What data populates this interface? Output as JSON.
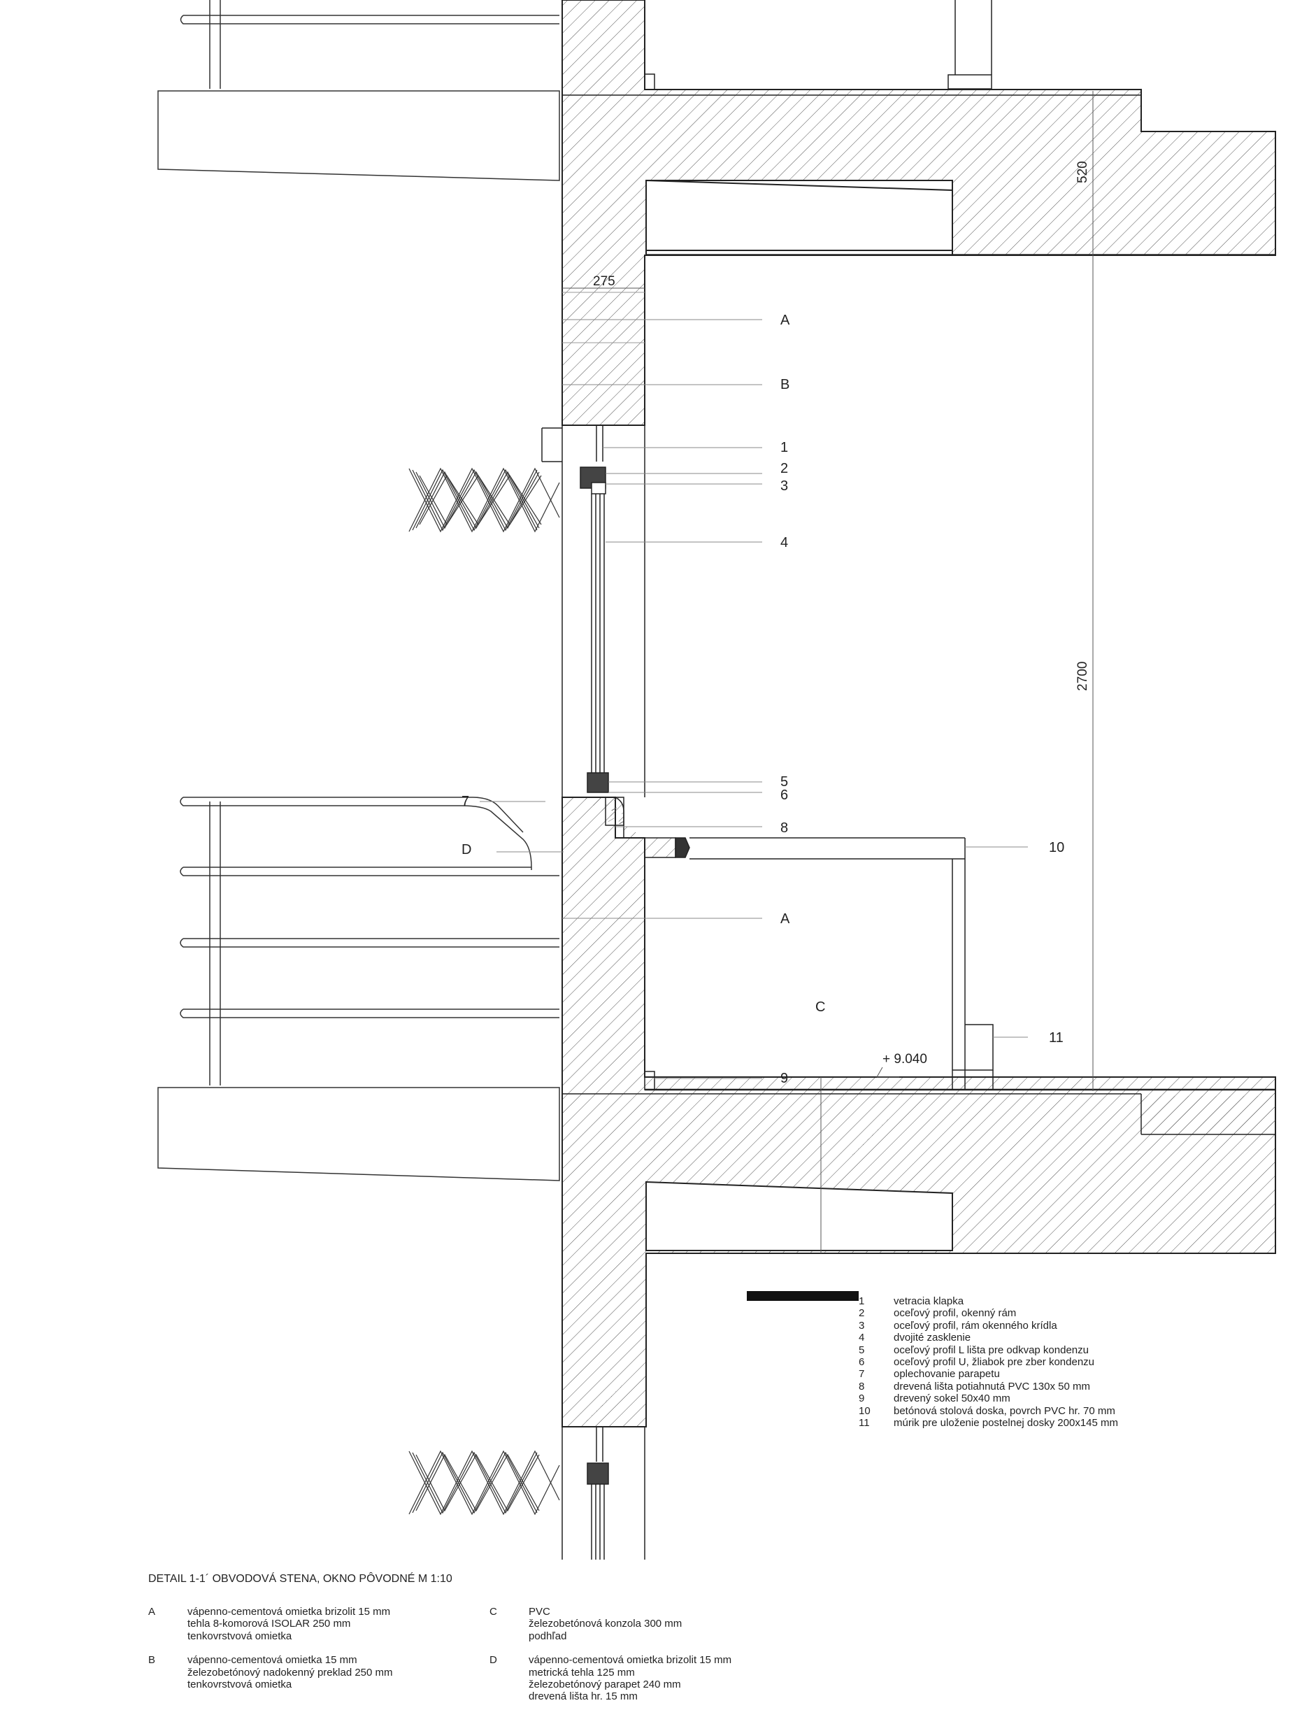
{
  "callouts": {
    "A_top": "A",
    "B_top": "B",
    "n1": "1",
    "n2": "2",
    "n3": "3",
    "n4": "4",
    "n5": "5",
    "n6": "6",
    "n7": "7",
    "D": "D",
    "n8": "8",
    "n10": "10",
    "A_bottom": "A",
    "C": "C",
    "n11": "11",
    "n9": "9"
  },
  "dimensions": {
    "wall_thickness": "275",
    "lintel_depth": "520",
    "floor_height": "2700",
    "level_mark": "+ 9.040"
  },
  "legend": [
    {
      "num": "1",
      "text": "vetracia klapka"
    },
    {
      "num": "2",
      "text": "oceľový profil, okenný rám"
    },
    {
      "num": "3",
      "text": "oceľový profil, rám okenného krídla"
    },
    {
      "num": "4",
      "text": "dvojité zasklenie"
    },
    {
      "num": "5",
      "text": "oceľový profil L lišta pre odkvap kondenzu"
    },
    {
      "num": "6",
      "text": "oceľový profil U, žliabok pre zber kondenzu"
    },
    {
      "num": "7",
      "text": "oplechovanie parapetu"
    },
    {
      "num": "8",
      "text": "drevená lišta potiahnutá PVC 130x 50 mm"
    },
    {
      "num": "9",
      "text": "drevený sokel 50x40 mm"
    },
    {
      "num": "10",
      "text": "betónová stolová doska, povrch PVC hr. 70 mm"
    },
    {
      "num": "11",
      "text": "múrik pre uloženie postelnej dosky  200x145 mm"
    }
  ],
  "title": "DETAIL 1-1´ OBVODOVÁ STENA, OKNO PÔVODNÉ M 1:10",
  "notes_left": [
    {
      "key": "A",
      "lines": [
        "vápenno-cementová omietka brizolit  15 mm",
        "tehla 8-komorová ISOLAR 250 mm",
        "tenkovrstvová omietka"
      ]
    },
    {
      "key": "B",
      "lines": [
        "vápenno-cementová omietka 15 mm",
        "železobetónový nadokenný preklad  250 mm",
        "tenkovrstvová omietka"
      ]
    }
  ],
  "notes_right": [
    {
      "key": "C",
      "lines": [
        "PVC",
        "železobetónová konzola 300 mm",
        "podhľad"
      ]
    },
    {
      "key": "D",
      "lines": [
        "vápenno-cementová omietka brizolit 15 mm",
        "metrická tehla 125 mm",
        "železobetónový parapet 240 mm",
        "drevená lišta hr. 15 mm"
      ]
    }
  ]
}
